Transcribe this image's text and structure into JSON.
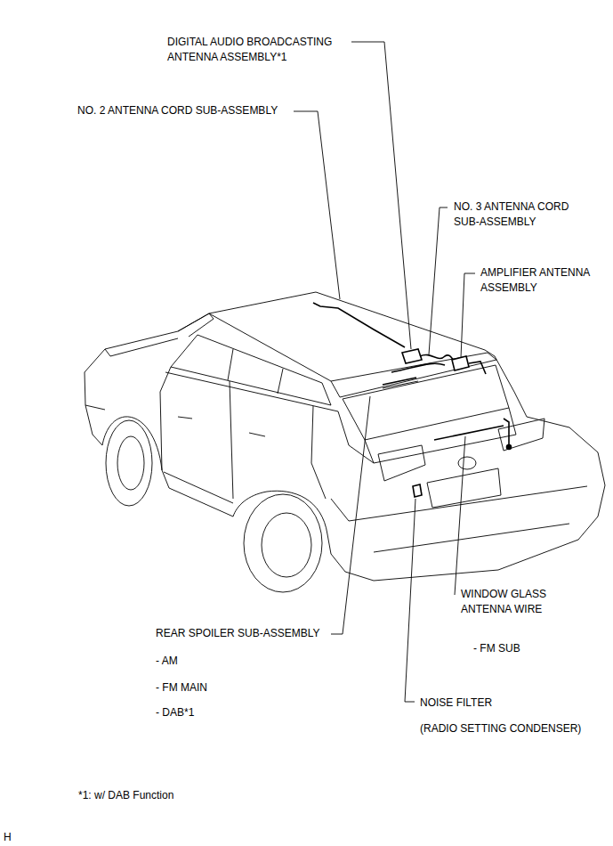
{
  "diagram": {
    "labels": [
      "DIGITAL AUDIO BROADCASTING ANTENNA ASSEMBLY*1",
      "NO. 2 ANTENNA CORD SUB-ASSEMBLY",
      "NO. 3 ANTENNA CORD SUB-ASSEMBLY",
      "AMPLIFIER ANTENNA ASSEMBLY",
      "WINDOW GLASS ANTENNA WIRE",
      "REAR SPOILER SUB-ASSEMBLY",
      "- FM SUB",
      "- AM",
      "- FM MAIN",
      "- DAB*1",
      "NOISE FILTER",
      "(RADIO SETTING CONDENSER)",
      "*1: w/ DAB Function",
      "H"
    ]
  }
}
